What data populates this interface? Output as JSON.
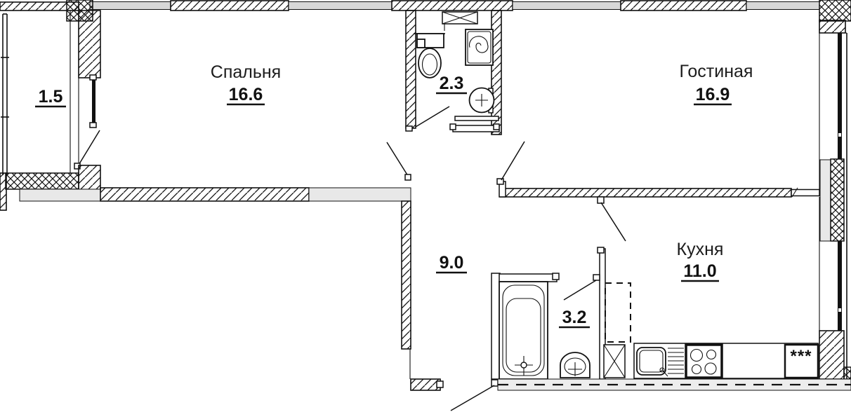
{
  "plan_type": "apartment-floor-plan",
  "rooms": {
    "bedroom": {
      "name": "Спальня",
      "area": "16.6"
    },
    "living_room": {
      "name": "Гостиная",
      "area": "16.9"
    },
    "kitchen": {
      "name": "Кухня",
      "area": "11.0"
    },
    "hallway": {
      "area": "9.0"
    },
    "wc": {
      "area": "2.3"
    },
    "bathroom": {
      "area": "3.2"
    },
    "balcony": {
      "area": "1.5"
    }
  },
  "appliances": {
    "fridge_label": "***"
  },
  "colors": {
    "wall_line": "#111111",
    "window_fill": "#d8d8d8",
    "shade_fill": "#e8e8e8"
  }
}
